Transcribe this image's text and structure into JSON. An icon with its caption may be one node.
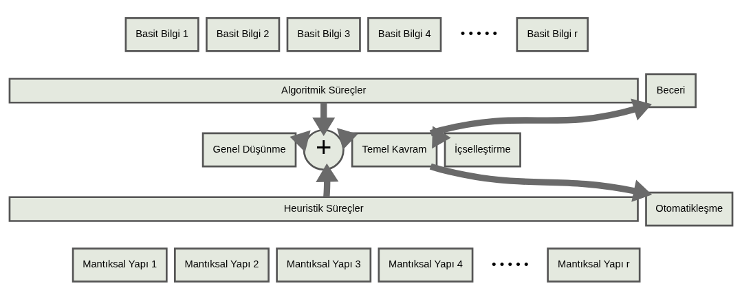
{
  "diagram": {
    "nodes": [
      {
        "text": [
          "Basit Bilgi 1"
        ]
      },
      {
        "text": [
          "Basit Bilgi 2"
        ]
      },
      {
        "text": [
          "Basit Bilgi 3"
        ]
      },
      {
        "text": [
          "Basit Bilgi 4"
        ]
      },
      {
        "text": [
          "Basit Bilgi r"
        ]
      },
      {
        "text": [
          "Algoritmik Süreçler"
        ]
      },
      {
        "text": [
          "Genel Düşünme"
        ]
      },
      {
        "text": [
          "+"
        ]
      },
      {
        "text": [
          "Temel Kavram"
        ]
      },
      {
        "text": [
          "Beceri"
        ]
      },
      {
        "text": [
          "İçselleştirme"
        ]
      },
      {
        "text": [
          "Otomatikleşme"
        ]
      },
      {
        "text": [
          "Heuristik Süreçler"
        ]
      },
      {
        "text": [
          "Mantıksal Yapı 1"
        ]
      },
      {
        "text": [
          "Mantıksal Yapı 2"
        ]
      },
      {
        "text": [
          "Mantıksal Yapı 3"
        ]
      },
      {
        "text": [
          "Mantıksal Yapı 4"
        ]
      },
      {
        "text": [
          "Mantıksal Yapı r"
        ]
      }
    ],
    "edges": [
      {
        "from": 5,
        "to": 7,
        "arrow": "to"
      },
      {
        "from": 12,
        "to": 7,
        "arrow": "to"
      },
      {
        "from": 7,
        "to": 6,
        "arrow": "to"
      },
      {
        "from": 7,
        "to": 8,
        "arrow": "to"
      },
      {
        "from": 8,
        "to": 9,
        "arrow": "to"
      },
      {
        "from": 8,
        "to": 10,
        "arrow": "to"
      },
      {
        "from": 8,
        "to": 11,
        "arrow": "to"
      }
    ],
    "labels": [
      "• • • • •",
      "• • • • •"
    ]
  }
}
